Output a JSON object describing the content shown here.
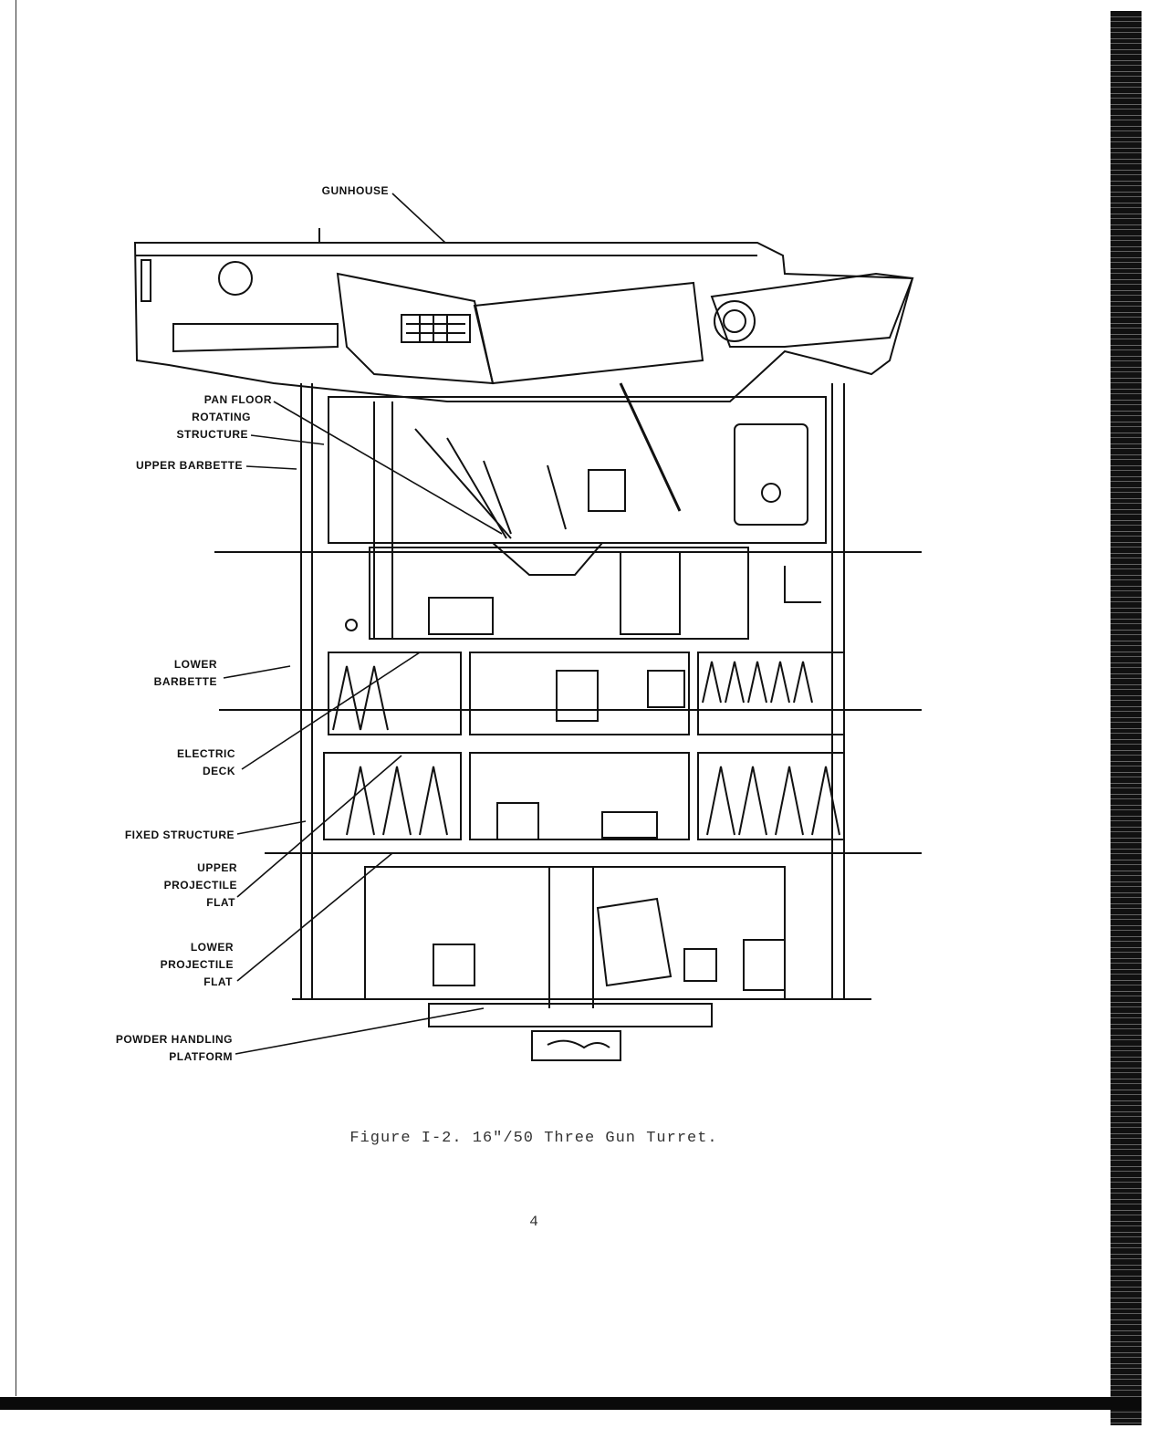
{
  "figure": {
    "labels": {
      "gunhouse": "GUNHOUSE",
      "pan_floor": "PAN FLOOR",
      "rotating": "ROTATING",
      "structure": "STRUCTURE",
      "upper_barbette": "UPPER BARBETTE",
      "lower": "LOWER",
      "barbette": "BARBETTE",
      "electric": "ELECTRIC",
      "deck": "DECK",
      "fixed_structure": "FIXED STRUCTURE",
      "upper": "UPPER",
      "projectile_1": "PROJECTILE",
      "flat_1": "FLAT",
      "lower_2": "LOWER",
      "projectile_2": "PROJECTILE",
      "flat_2": "FLAT",
      "powder_handling": "POWDER HANDLING",
      "platform": "PLATFORM"
    },
    "caption": "Figure I-2.  16\"/50 Three Gun Turret."
  },
  "page": {
    "number": "4"
  }
}
